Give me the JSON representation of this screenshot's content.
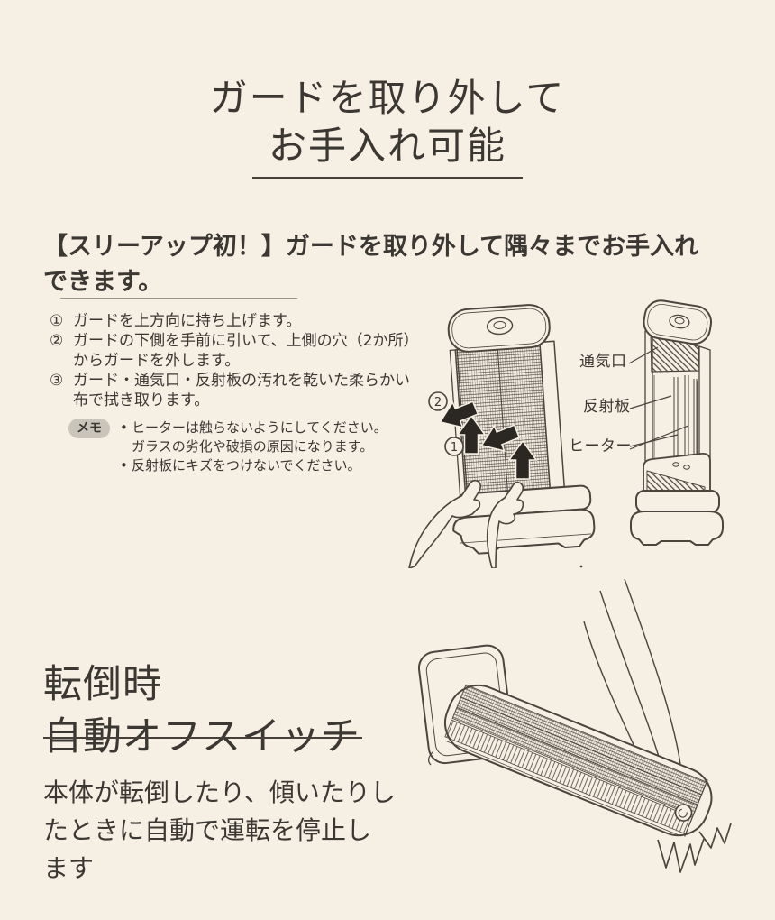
{
  "page": {
    "bg_color": "#f6efe4",
    "ink_color": "#4a453d",
    "text_color": "#3b3833"
  },
  "cleaning": {
    "title": "ガードを取り外して\nお手入れ可能",
    "intro": "【スリーアップ初！】ガードを取り外して隅々までお手入れ\nできます。",
    "steps": [
      {
        "num": "①",
        "text": "ガードを上方向に持ち上げます。"
      },
      {
        "num": "②",
        "text": "ガードの下側を手前に引いて、上側の穴（2か所）\nからガードを外します。"
      },
      {
        "num": "③",
        "text": "ガード・通気口・反射板の汚れを乾いた柔らかい\n布で拭き取ります。"
      }
    ],
    "memo": {
      "badge": "メモ",
      "bullet": "•",
      "items": [
        "ヒーターは触らないようにしてください。\nガラスの劣化や破損の原因になります。",
        "反射板にキズをつけないでください。"
      ]
    },
    "diagram": {
      "callout_1": "1",
      "callout_2": "2",
      "label_vent": "通気口",
      "label_reflector": "反射板",
      "label_heater": "ヒーター"
    }
  },
  "tipover": {
    "title": "転倒時\n自動オフスイッチ",
    "body": "本体が転倒したり、傾いたりし\nたときに自動で運転を停止し\nます"
  }
}
